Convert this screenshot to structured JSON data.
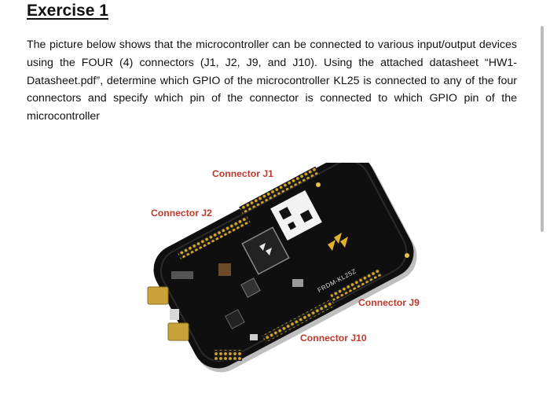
{
  "document": {
    "title": "Exercise 1",
    "paragraph": "The picture below shows that the microcontroller can be connected to various input/output devices using the FOUR (4) connectors (J1, J2, J9, and J10). Using the attached datasheet “HW1-Datasheet.pdf”, determine which GPIO of the microcontroller KL25 is connected to any of the four connectors and specify which pin of the connector is connected to which GPIO pin of the microcontroller"
  },
  "figure": {
    "board_label": "FRDM-KL25Z",
    "callouts": {
      "j1": "Connector J1",
      "j2": "Connector J2",
      "j9": "Connector J9",
      "j10": "Connector J10"
    },
    "callout_color": "#c0392b"
  }
}
